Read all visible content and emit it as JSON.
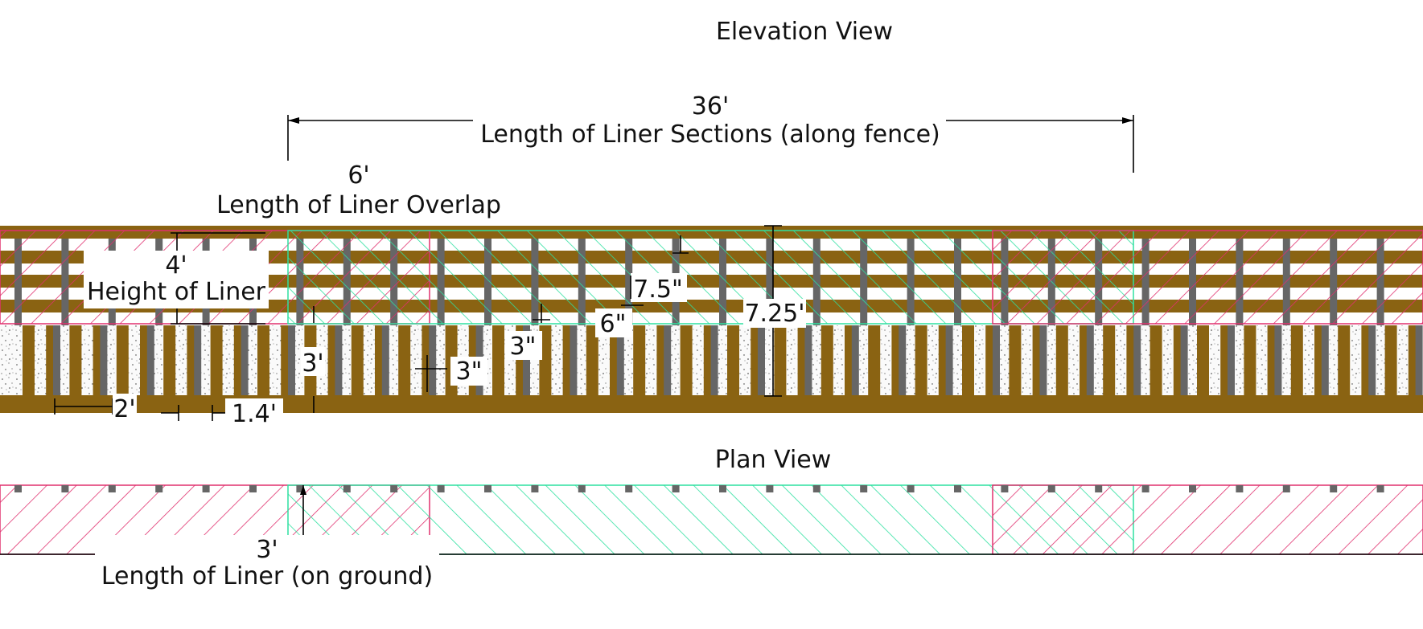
{
  "titles": {
    "elevation": "Elevation View",
    "plan": "Plan View"
  },
  "dimensions": {
    "section_length_value": "36'",
    "section_length_label": "Length of Liner Sections (along fence)",
    "overlap_value": "6'",
    "overlap_label": "Length of Liner Overlap",
    "liner_height_value": "4'",
    "liner_height_label": "Height of Liner",
    "board_spacing": "7.5\"",
    "board_width": "6\"",
    "overall_height": "7.25'",
    "post_embed": "3'",
    "slat_width": "3\"",
    "slat_gap": "3\"",
    "post_spacing": "2'",
    "post_gap": "1.4'",
    "ground_value": "3'",
    "ground_label": "Length of Liner (on ground)"
  },
  "colors": {
    "wood": "#8a6312",
    "post": "#666666",
    "liner_a": "#e0306e",
    "liner_b": "#2ee0a0",
    "gravel": "#fafafa"
  }
}
